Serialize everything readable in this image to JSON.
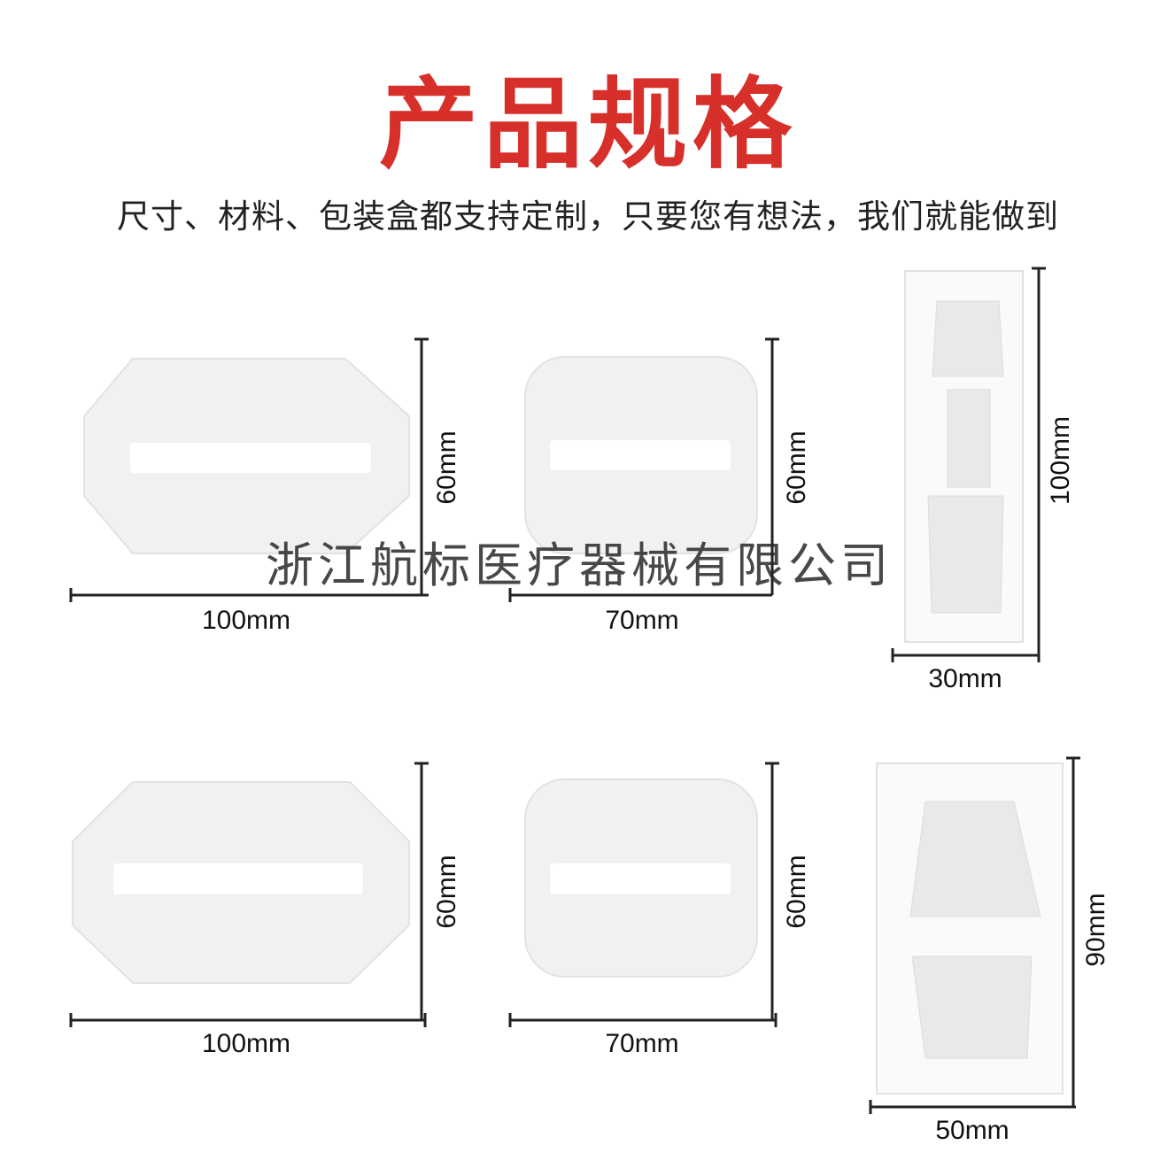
{
  "header": {
    "title": "产品规格",
    "subtitle": "尺寸、材料、包装盒都支持定制，只要您有想法，我们就能做到"
  },
  "watermark": "浙江航标医疗器械有限公司",
  "products": [
    {
      "width": "100mm",
      "height": "60mm"
    },
    {
      "width": "70mm",
      "height": "60mm"
    },
    {
      "width": "30mm",
      "height": "100mm"
    },
    {
      "width": "100mm",
      "height": "60mm"
    },
    {
      "width": "70mm",
      "height": "60mm"
    },
    {
      "width": "50mm",
      "height": "90mm"
    }
  ]
}
